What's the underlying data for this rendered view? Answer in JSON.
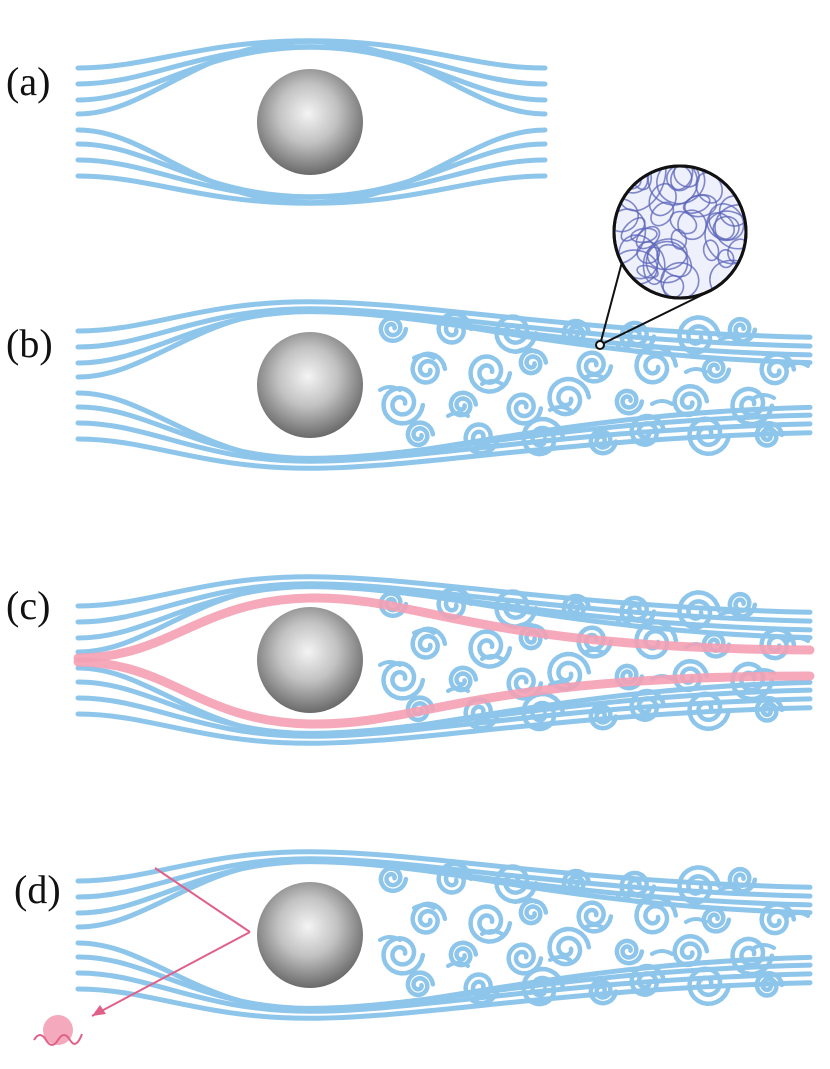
{
  "panels": [
    {
      "label": "(a)",
      "flow": "laminar",
      "highlight": "none"
    },
    {
      "label": "(b)",
      "flow": "turbulent-wake",
      "highlight": "zoom-inset"
    },
    {
      "label": "(c)",
      "flow": "turbulent-wake",
      "highlight": "separated-streamlines"
    },
    {
      "label": "(d)",
      "flow": "turbulent-wake",
      "highlight": "scattered-ray"
    }
  ],
  "colors": {
    "streamline": "#8ec5ea",
    "highlight_streamline": "#f4a0b4",
    "ray": "#e0608a",
    "sphere_light": "#eeeeee",
    "sphere_dark": "#6a6a6a",
    "inset_tangle": "#5a63b8",
    "label": "#111111"
  }
}
